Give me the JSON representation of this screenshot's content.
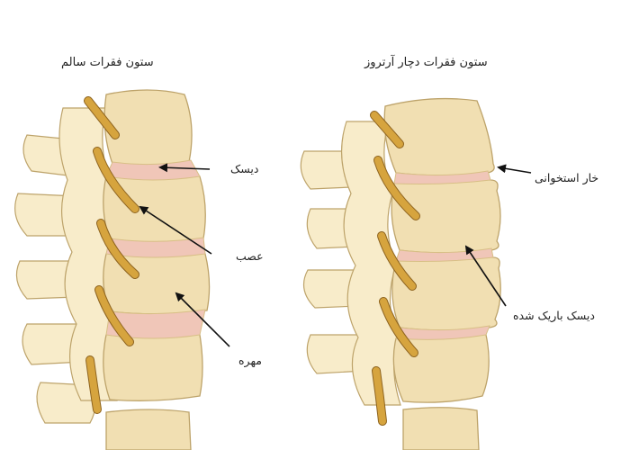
{
  "healthy": {
    "title": "ستون فقرات سالم",
    "labels": {
      "disc": "دیسک",
      "nerve": "عصب",
      "vertebra": "مهره"
    }
  },
  "arthritic": {
    "title": "ستون فقرات دچار آرتروز",
    "labels": {
      "bone_spur": "خار استخوانی",
      "thin_disc": "دیسک باریک شده"
    }
  },
  "colors": {
    "bone": "#f1dfb2",
    "bone_light": "#f8ecca",
    "bone_shadow": "#d8bf86",
    "outline": "#bda36a",
    "disc": "#f0c6b8",
    "disc_core": "#fbe4da",
    "nerve": "#d6a43e",
    "nerve_dark": "#8e6420",
    "arrow": "#111111"
  }
}
